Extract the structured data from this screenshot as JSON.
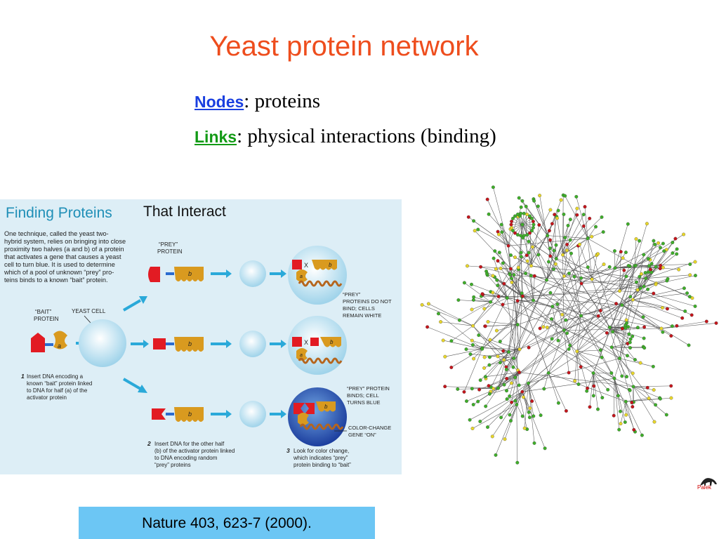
{
  "slide": {
    "title": "Yeast protein network",
    "bullets": [
      {
        "keyword": "Nodes",
        "text": ": proteins"
      },
      {
        "keyword": "Links",
        "text": ": physical interactions (binding)"
      }
    ],
    "citation": "Nature 403, 623-7 (2000).",
    "logo_label": "Palek"
  },
  "figure": {
    "title_part1": "Finding Proteins",
    "title_part2": "That Interact",
    "intro_lines": [
      "One technique, called the yeast two-",
      "hybrid system, relies on bringing into close",
      "proximity two halves (a and b) of a protein",
      "that activates a gene that causes a yeast",
      "cell to turn blue. It is used to determine",
      "which of a pool of unknown “prey” pro-",
      "teins binds to a known “bait” protein."
    ],
    "prey_label": [
      "“PREY”",
      "PROTEIN"
    ],
    "bait_label": [
      "“BAIT”",
      "PROTEIN"
    ],
    "yeast_cell": "YEAST CELL",
    "half_a": "a",
    "half_b": "b",
    "no_bind_marker": "X",
    "step1": [
      "Insert DNA encoding a",
      "known “bait” protein linked",
      "to DNA for half (a) of the",
      "activator protein"
    ],
    "step1_num": "1",
    "step2": [
      "Insert DNA for the other half",
      "(b) of the activator protein linked",
      "to DNA encoding random",
      "“prey” proteins"
    ],
    "step2_num": "2",
    "step3": [
      "Look for color change,",
      "which indicates “prey”",
      "protein binding to “bait”"
    ],
    "step3_num": "3",
    "no_bind_note": [
      "“PREY”",
      "PROTEINS DO NOT",
      "BIND; CELLS",
      "REMAIN WHITE"
    ],
    "bind_note": [
      "“PREY” PROTEIN",
      "BINDS; CELL",
      "TURNS BLUE"
    ],
    "gene_on_note": [
      "COLOR-CHANGE",
      "GENE “ON”"
    ]
  },
  "colors": {
    "title": "#ee4d1d",
    "nodes_keyword": "#1a3fe0",
    "links_keyword": "#129a15",
    "citation_bg": "#6cc6f4",
    "figure_bg": "#ddeef6",
    "figure_title_teal": "#1f8fb7",
    "bait_red": "#e21b23",
    "prey_gold": "#d99a1f",
    "arrow_blue": "#2aa9d9",
    "node_green": "#3fae2a",
    "node_red": "#c4161c",
    "node_yellow": "#e8d62a"
  }
}
